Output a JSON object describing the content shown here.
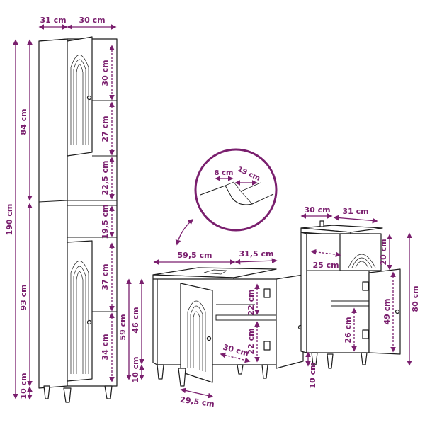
{
  "colors": {
    "dimension": "#7a1f6e",
    "outline": "#1c1c1c",
    "background": "#ffffff"
  },
  "tall_cabinet": {
    "depth": "31 cm",
    "width": "30 cm",
    "total_height": "190 cm",
    "upper_height": "84 cm",
    "lower_height": "93 cm",
    "leg_height": "10 cm",
    "shelf_1": "30 cm",
    "shelf_2": "27 cm",
    "shelf_3": "22,5 cm",
    "shelf_4": "19,5 cm",
    "shelf_5": "37 cm",
    "shelf_6": "34 cm"
  },
  "detail": {
    "notch_width": "8 cm",
    "notch_depth": "19 cm"
  },
  "sink_cabinet": {
    "width": "59,5 cm",
    "depth": "31,5 cm",
    "total_height": "59 cm",
    "body_height": "46 cm",
    "leg_height": "10 cm",
    "shelf_upper": "22 cm",
    "shelf_lower": "22 cm",
    "inner_depth": "30 cm",
    "inner_width": "29,5 cm"
  },
  "small_cabinet": {
    "width": "30 cm",
    "depth": "31 cm",
    "drawer_height": "20 cm",
    "drawer_depth": "25 cm",
    "total_height": "80 cm",
    "door_height": "49 cm",
    "shelf_height": "26 cm",
    "leg_height": "10 cm"
  }
}
